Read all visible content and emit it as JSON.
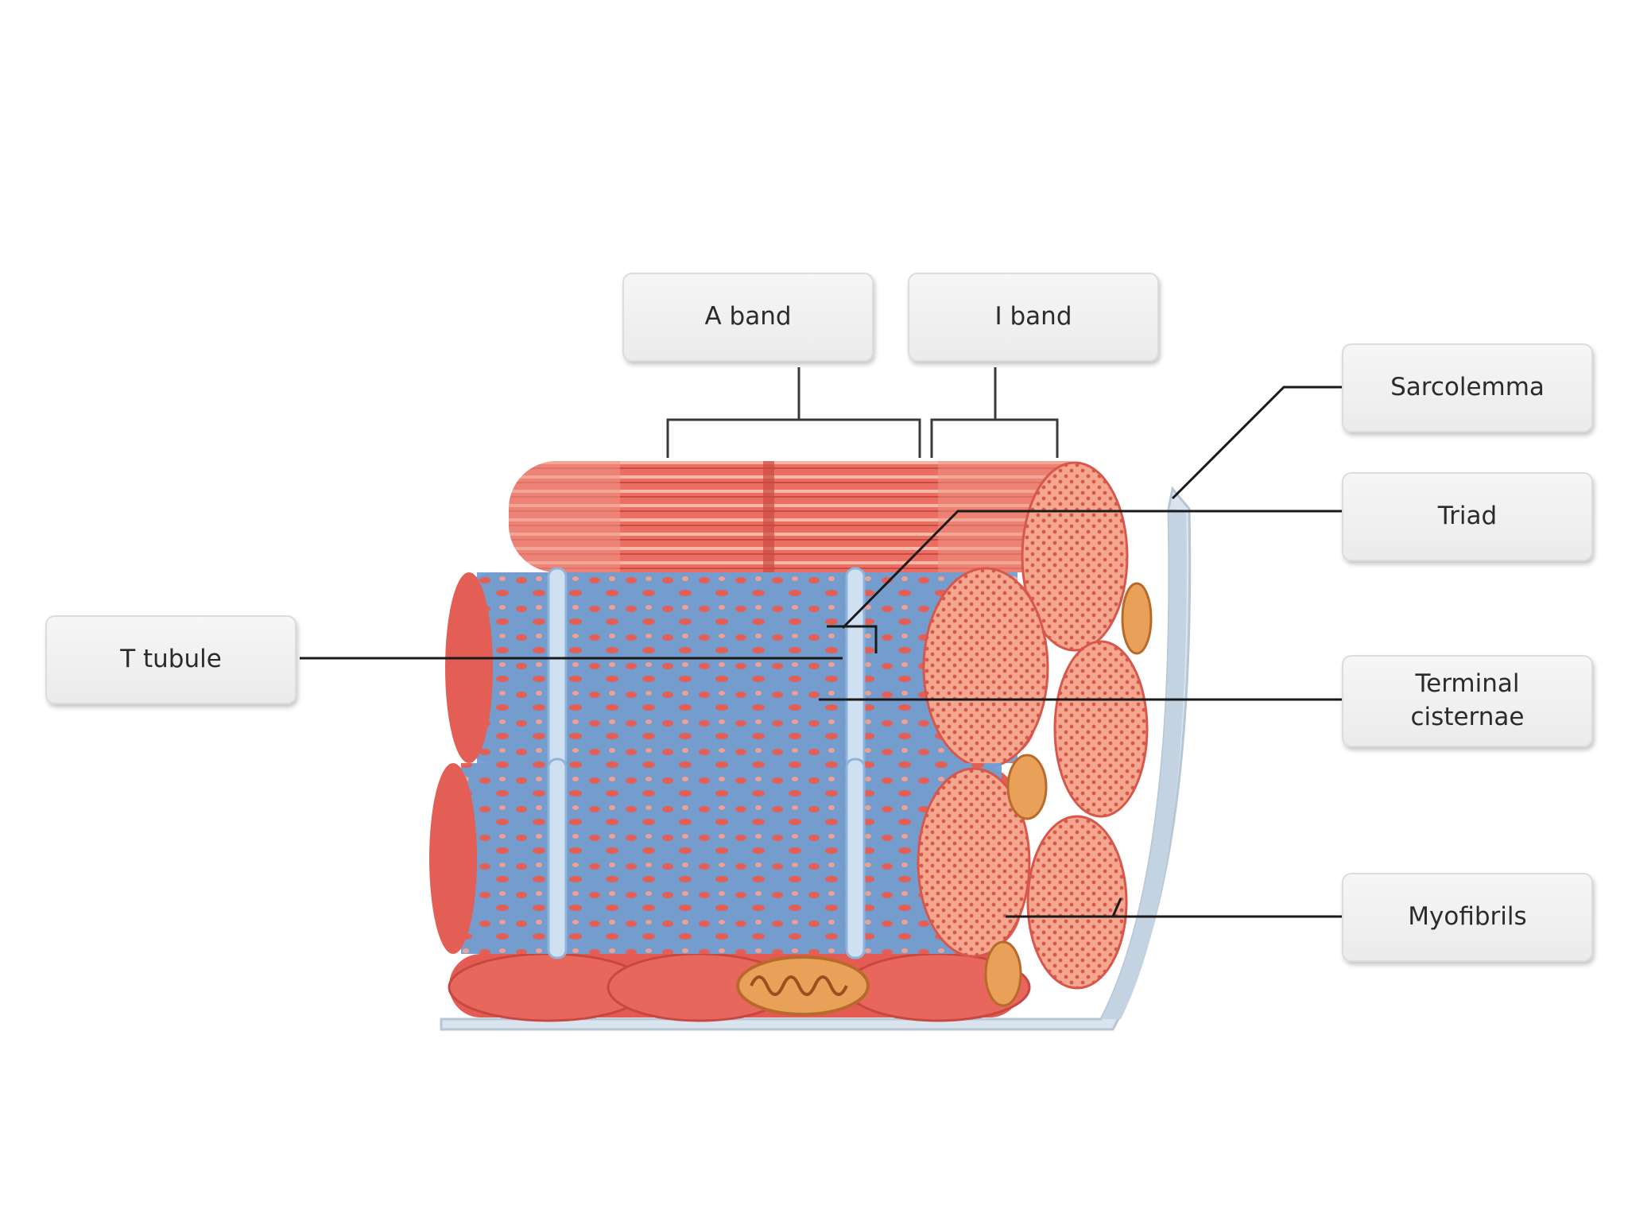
{
  "labels": {
    "a_band": "A band",
    "i_band": "I band",
    "sarcolemma": "Sarcolemma",
    "triad": "Triad",
    "t_tubule": "T tubule",
    "terminal_cisternae": "Terminal\ncisternae",
    "myofibrils": "Myofibrils"
  },
  "colors": {
    "muscle": "#e8645a",
    "muscle_light": "#f2a391",
    "muscle_dark": "#c9463f",
    "reticulum": "#6c9fd4",
    "reticulum_light": "#a9c8e8",
    "sarcolemma": "#d9e4ee",
    "leader_line": "#1a1a1a"
  }
}
